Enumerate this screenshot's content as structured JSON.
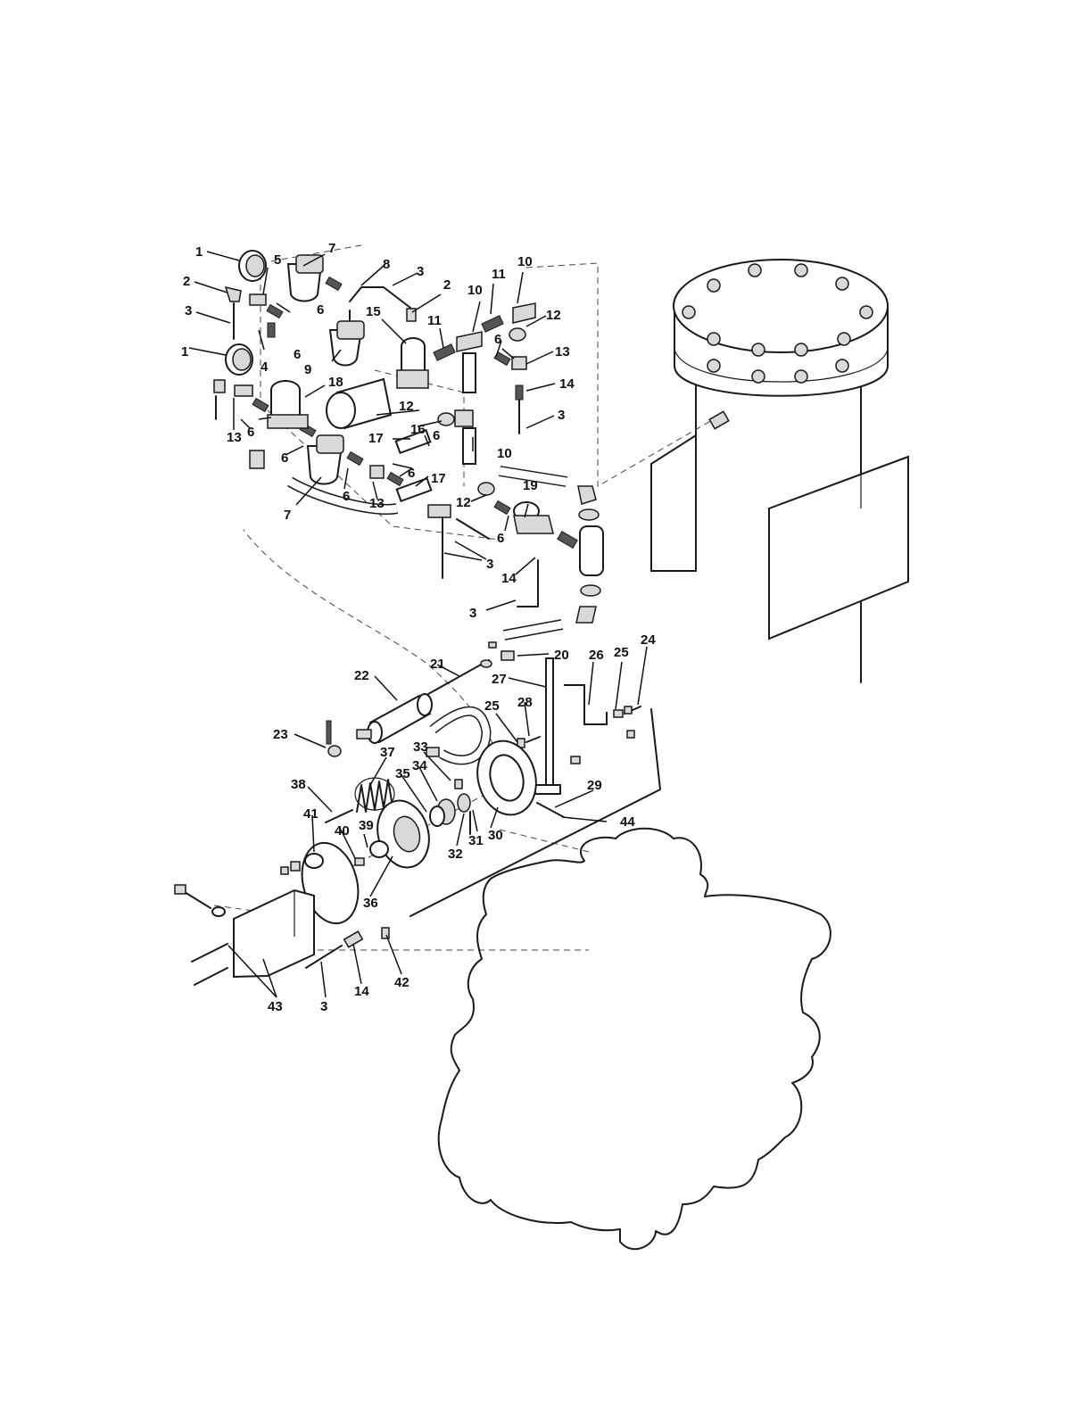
{
  "callouts": [
    {
      "id": "c1a",
      "text": "1"
    },
    {
      "id": "c1b",
      "text": "1"
    },
    {
      "id": "c2a",
      "text": "2"
    },
    {
      "id": "c2b",
      "text": "2"
    },
    {
      "id": "c3a",
      "text": "3"
    },
    {
      "id": "c3b",
      "text": "3"
    },
    {
      "id": "c3c",
      "text": "3"
    },
    {
      "id": "c3d",
      "text": "3"
    },
    {
      "id": "c3e",
      "text": "3"
    },
    {
      "id": "c3f",
      "text": "3"
    },
    {
      "id": "c4",
      "text": "4"
    },
    {
      "id": "c5",
      "text": "5"
    },
    {
      "id": "c6a",
      "text": "6"
    },
    {
      "id": "c6b",
      "text": "6"
    },
    {
      "id": "c6c",
      "text": "6"
    },
    {
      "id": "c6d",
      "text": "6"
    },
    {
      "id": "c6e",
      "text": "6"
    },
    {
      "id": "c6f",
      "text": "6"
    },
    {
      "id": "c6g",
      "text": "6"
    },
    {
      "id": "c6h",
      "text": "6"
    },
    {
      "id": "c6i",
      "text": "6"
    },
    {
      "id": "c7a",
      "text": "7"
    },
    {
      "id": "c7b",
      "text": "7"
    },
    {
      "id": "c8",
      "text": "8"
    },
    {
      "id": "c9",
      "text": "9"
    },
    {
      "id": "c10a",
      "text": "10"
    },
    {
      "id": "c10b",
      "text": "10"
    },
    {
      "id": "c10c",
      "text": "10"
    },
    {
      "id": "c11a",
      "text": "11"
    },
    {
      "id": "c11b",
      "text": "11"
    },
    {
      "id": "c12a",
      "text": "12"
    },
    {
      "id": "c12b",
      "text": "12"
    },
    {
      "id": "c12c",
      "text": "12"
    },
    {
      "id": "c13a",
      "text": "13"
    },
    {
      "id": "c13b",
      "text": "13"
    },
    {
      "id": "c13c",
      "text": "13"
    },
    {
      "id": "c14a",
      "text": "14"
    },
    {
      "id": "c14b",
      "text": "14"
    },
    {
      "id": "c14c",
      "text": "14"
    },
    {
      "id": "c15",
      "text": "15"
    },
    {
      "id": "c16",
      "text": "16"
    },
    {
      "id": "c17a",
      "text": "17"
    },
    {
      "id": "c17b",
      "text": "17"
    },
    {
      "id": "c18",
      "text": "18"
    },
    {
      "id": "c19",
      "text": "19"
    },
    {
      "id": "c20",
      "text": "20"
    },
    {
      "id": "c21",
      "text": "21"
    },
    {
      "id": "c22",
      "text": "22"
    },
    {
      "id": "c23",
      "text": "23"
    },
    {
      "id": "c24",
      "text": "24"
    },
    {
      "id": "c25a",
      "text": "25"
    },
    {
      "id": "c25b",
      "text": "25"
    },
    {
      "id": "c26",
      "text": "26"
    },
    {
      "id": "c27",
      "text": "27"
    },
    {
      "id": "c28",
      "text": "28"
    },
    {
      "id": "c29",
      "text": "29"
    },
    {
      "id": "c30",
      "text": "30"
    },
    {
      "id": "c31",
      "text": "31"
    },
    {
      "id": "c32",
      "text": "32"
    },
    {
      "id": "c33",
      "text": "33"
    },
    {
      "id": "c34",
      "text": "34"
    },
    {
      "id": "c35",
      "text": "35"
    },
    {
      "id": "c36",
      "text": "36"
    },
    {
      "id": "c37",
      "text": "37"
    },
    {
      "id": "c38",
      "text": "38"
    },
    {
      "id": "c39",
      "text": "39"
    },
    {
      "id": "c40",
      "text": "40"
    },
    {
      "id": "c41",
      "text": "41"
    },
    {
      "id": "c42",
      "text": "42"
    },
    {
      "id": "c43",
      "text": "43"
    },
    {
      "id": "c44",
      "text": "44"
    }
  ]
}
